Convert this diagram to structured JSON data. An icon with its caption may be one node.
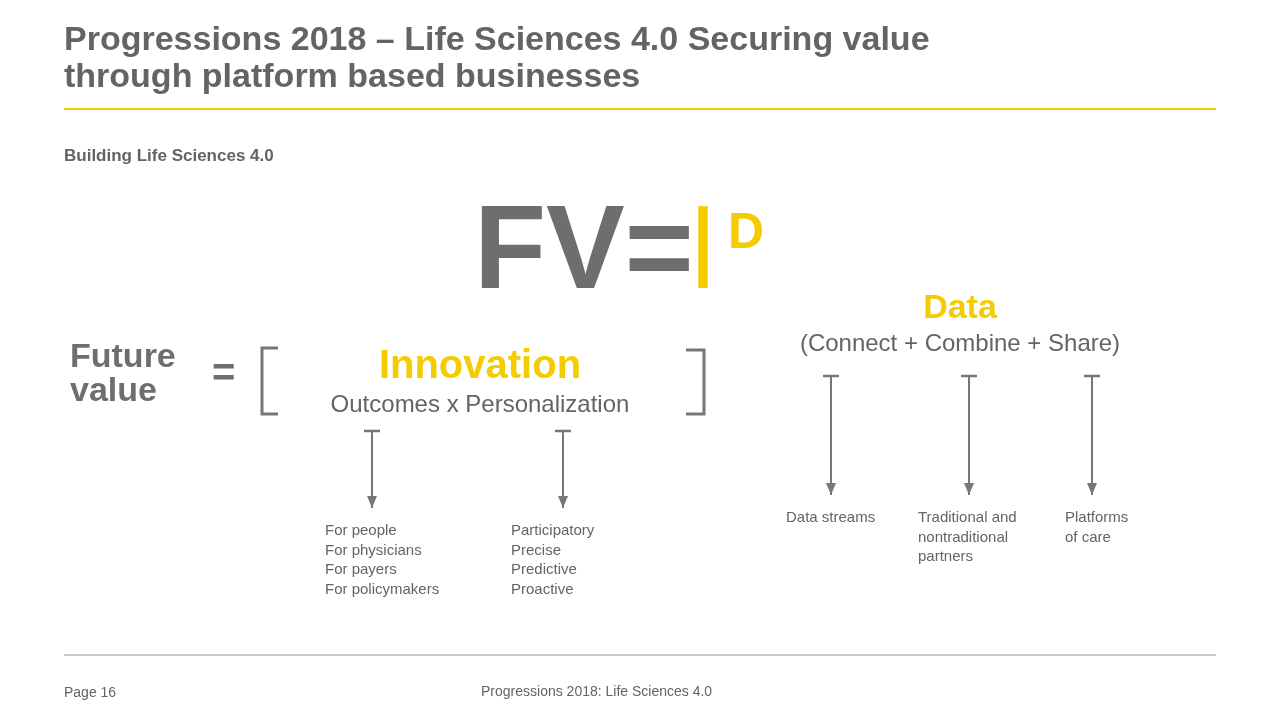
{
  "diagram": {
    "title": "Progressions 2018 – Life Sciences 4.0 Securing value through platform based businesses",
    "nodes": [
      {
        "text": [
          "Innovation",
          "Outcomes x Personalization"
        ]
      },
      {
        "text": [
          "For people",
          "For physicians",
          "For payers",
          "For policymakers"
        ]
      },
      {
        "text": [
          "Participatory",
          "Precise",
          "Predictive",
          "Proactive"
        ]
      },
      {
        "text": [
          "Data",
          "(Connect + Combine + Share)"
        ]
      },
      {
        "text": [
          "Data streams"
        ]
      },
      {
        "text": [
          "Traditional and nontraditional partners"
        ]
      },
      {
        "text": [
          "Platforms of care"
        ]
      }
    ],
    "edges": [
      {
        "from": 0,
        "to": 1,
        "arrow": "to"
      },
      {
        "from": 0,
        "to": 2,
        "arrow": "to"
      },
      {
        "from": 3,
        "to": 4,
        "arrow": "to"
      },
      {
        "from": 3,
        "to": 5,
        "arrow": "to"
      },
      {
        "from": 3,
        "to": 6,
        "arrow": "to"
      }
    ],
    "labels": [
      "Building Life Sciences 4.0",
      "FV=",
      "I",
      "D",
      "Future value",
      "=",
      "Page 16",
      "Progressions 2018: Life Sciences 4.0"
    ]
  }
}
